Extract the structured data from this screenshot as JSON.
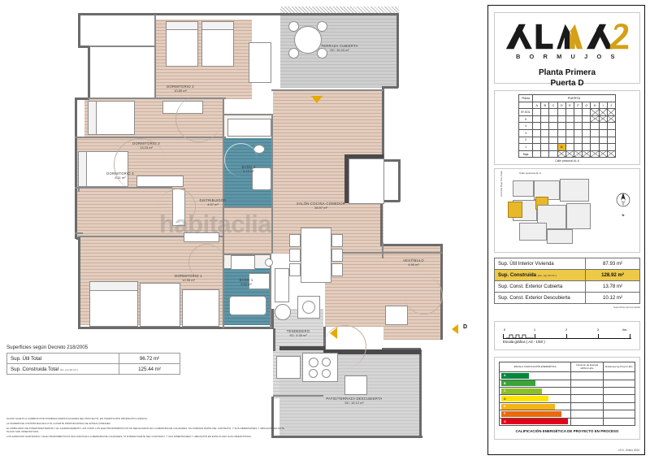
{
  "document": {
    "type": "architectural-floor-plan",
    "version_note": "v.9.0 - Enero 2024"
  },
  "titleblock": {
    "logo": {
      "brand": "ALMA",
      "brand_number": "2",
      "subtitle": "B O R M U J O S"
    },
    "plan_title_line1": "Planta Primera",
    "plan_title_line2": "Puerta D",
    "door_grid": {
      "header": "PUERTA",
      "corner_label": "Planta",
      "columns": [
        "A",
        "B",
        "C",
        "D",
        "E",
        "F",
        "G",
        "H",
        "I",
        "J"
      ],
      "rows": [
        {
          "label": "Bº-SOL",
          "cells": [
            "",
            "",
            "",
            "",
            "",
            "",
            "",
            "x",
            "x",
            "x"
          ]
        },
        {
          "label": "5",
          "cells": [
            "",
            "",
            "",
            "",
            "",
            "",
            "",
            "x",
            "x",
            "x"
          ]
        },
        {
          "label": "4",
          "cells": [
            "",
            "",
            "",
            "",
            "",
            "",
            "",
            "",
            "",
            ""
          ]
        },
        {
          "label": "3",
          "cells": [
            "",
            "",
            "",
            "",
            "",
            "",
            "",
            "",
            "",
            ""
          ]
        },
        {
          "label": "2",
          "cells": [
            "",
            "",
            "",
            "",
            "",
            "",
            "",
            "",
            "",
            ""
          ]
        },
        {
          "label": "1",
          "cells": [
            "",
            "",
            "",
            "D",
            "",
            "",
            "",
            "",
            "",
            ""
          ]
        },
        {
          "label": "Baja",
          "cells": [
            "",
            "",
            "",
            "x",
            "x",
            "x",
            "x",
            "x",
            "x",
            "x"
          ]
        }
      ],
      "highlight_cell": "D",
      "street_caption": "Calle peatonal AL-6"
    },
    "site_map": {
      "street_left": "Avenida Bajo San Juan",
      "street_top": "Calle peatonal AL-6",
      "north_label": "N"
    },
    "areas": {
      "rows": [
        {
          "label": "Sup. Útil Interior Vivienda",
          "note": "",
          "value": "87.93 m²",
          "highlight": false
        },
        {
          "label": "Sup. Construida",
          "note": "(Inc. p/p ZZ.CC.)",
          "value": "128.92 m²",
          "highlight": true
        },
        {
          "label": "Sup. Const. Exterior Cubierta",
          "note": "",
          "value": "13.78 m²",
          "highlight": false
        },
        {
          "label": "Sup. Const. Exterior Descubierta",
          "note": "",
          "value": "10.12 m²",
          "highlight": false
        }
      ],
      "footnote": "Superficies Aproximadas"
    },
    "scale": {
      "ticks": [
        "0",
        "1",
        "2",
        "3",
        "4m."
      ],
      "caption": "Escala gráfica ( A3 - 1/50 )"
    },
    "energy": {
      "col1_header": "ESCALA CALIFICACIÓN ENERGÉTICA",
      "col2_header": "Consumo de Energía kWh/m²·año",
      "col3_header": "Emisiones kg CO₂/m²·año",
      "ratings": [
        {
          "letter": "A",
          "color": "#00883c"
        },
        {
          "letter": "B",
          "color": "#3aa437"
        },
        {
          "letter": "C",
          "color": "#8cbf2c"
        },
        {
          "letter": "D",
          "color": "#ffe400"
        },
        {
          "letter": "E",
          "color": "#f4b414"
        },
        {
          "letter": "F",
          "color": "#eb6909"
        },
        {
          "letter": "G",
          "color": "#e2001a"
        }
      ],
      "caption": "CALIFICACIÓN ENERGÉTICA DE PROYECTO EN PROCESO"
    }
  },
  "plan": {
    "rooms": [
      {
        "name": "TERRAZA CUBIERTA",
        "area": "SC: 10.43 m²"
      },
      {
        "name": "DORMITORIO 2",
        "area": "10.89 m²"
      },
      {
        "name": "DORMITORIO 3",
        "area": "13.23 m²"
      },
      {
        "name": "DORMITORIO 4",
        "area": "8.11 m²"
      },
      {
        "name": "BAÑO 2",
        "area": "4.19 m²"
      },
      {
        "name": "DISTRIBUIDOR",
        "area": "4.57 m²"
      },
      {
        "name": "SALÓN-COCINA-COMEDOR",
        "area": "28.97 m²"
      },
      {
        "name": "VESTÍBULO",
        "area": "4.90 m²"
      },
      {
        "name": "DORMITORIO 1",
        "area": "12.55 m²"
      },
      {
        "name": "BAÑO 1",
        "area": "3.52 m²"
      },
      {
        "name": "TENDEDERO",
        "area": "SC: 3.35 m²"
      },
      {
        "name": "PATIO/TERRAZA DESCUBIERTA",
        "area": "SC: 10.12 m²"
      }
    ],
    "entrance_marker": "D",
    "watermark": "habitaclia"
  },
  "surfaces_decree": {
    "title": "Superficies según  Decreto 218/2005",
    "rows": [
      {
        "label": "Sup. Útil Total",
        "note": "",
        "value": "96.72 m²"
      },
      {
        "label": "Sup. Construida Total",
        "note": "(Inc. p/p ZZ.CC.)",
        "value": "125.44 m²"
      }
    ]
  },
  "legal": {
    "lines": [
      "PLANO SUJETO A CAMBIOS POR POSIBLES MODIFICACIONES DEL PROYECTO, EN TRAMITACIÓN OBTENCIÓN LICENCIA.",
      "LA SUPERFICIE CONSTRUIDA INCLUYE LA PARTE PROPORCIONAL DE ZONAS COMUNES.",
      "EL MOBILIARIO DE INTERIOR/EXTERIOR Y EL AJARDINAMIENTO, ASÍ COMO LOS ELECTRODOMÉSTICOS NO REFLEJADOS EN LA MEMORIA DE CALIDADES, NO FORMAN PARTE DEL CONTRATO, Y SUS DIMENSIONES Y UBICACIÓN EN ESTE PLANO SON ORIENTATIVAS.",
      "LOS APARATOS SANITARIOS Y ELECTRODOMÉSTICOS INCLUIDOS EN LA MEMORIA DE CALIDADES, SÍ FORMAN PARTE DEL CONTRATO, Y SUS DIMENSIONES Y UBICACIÓN EN ESTE PLANO SON ORIENTATIVAS."
    ]
  }
}
